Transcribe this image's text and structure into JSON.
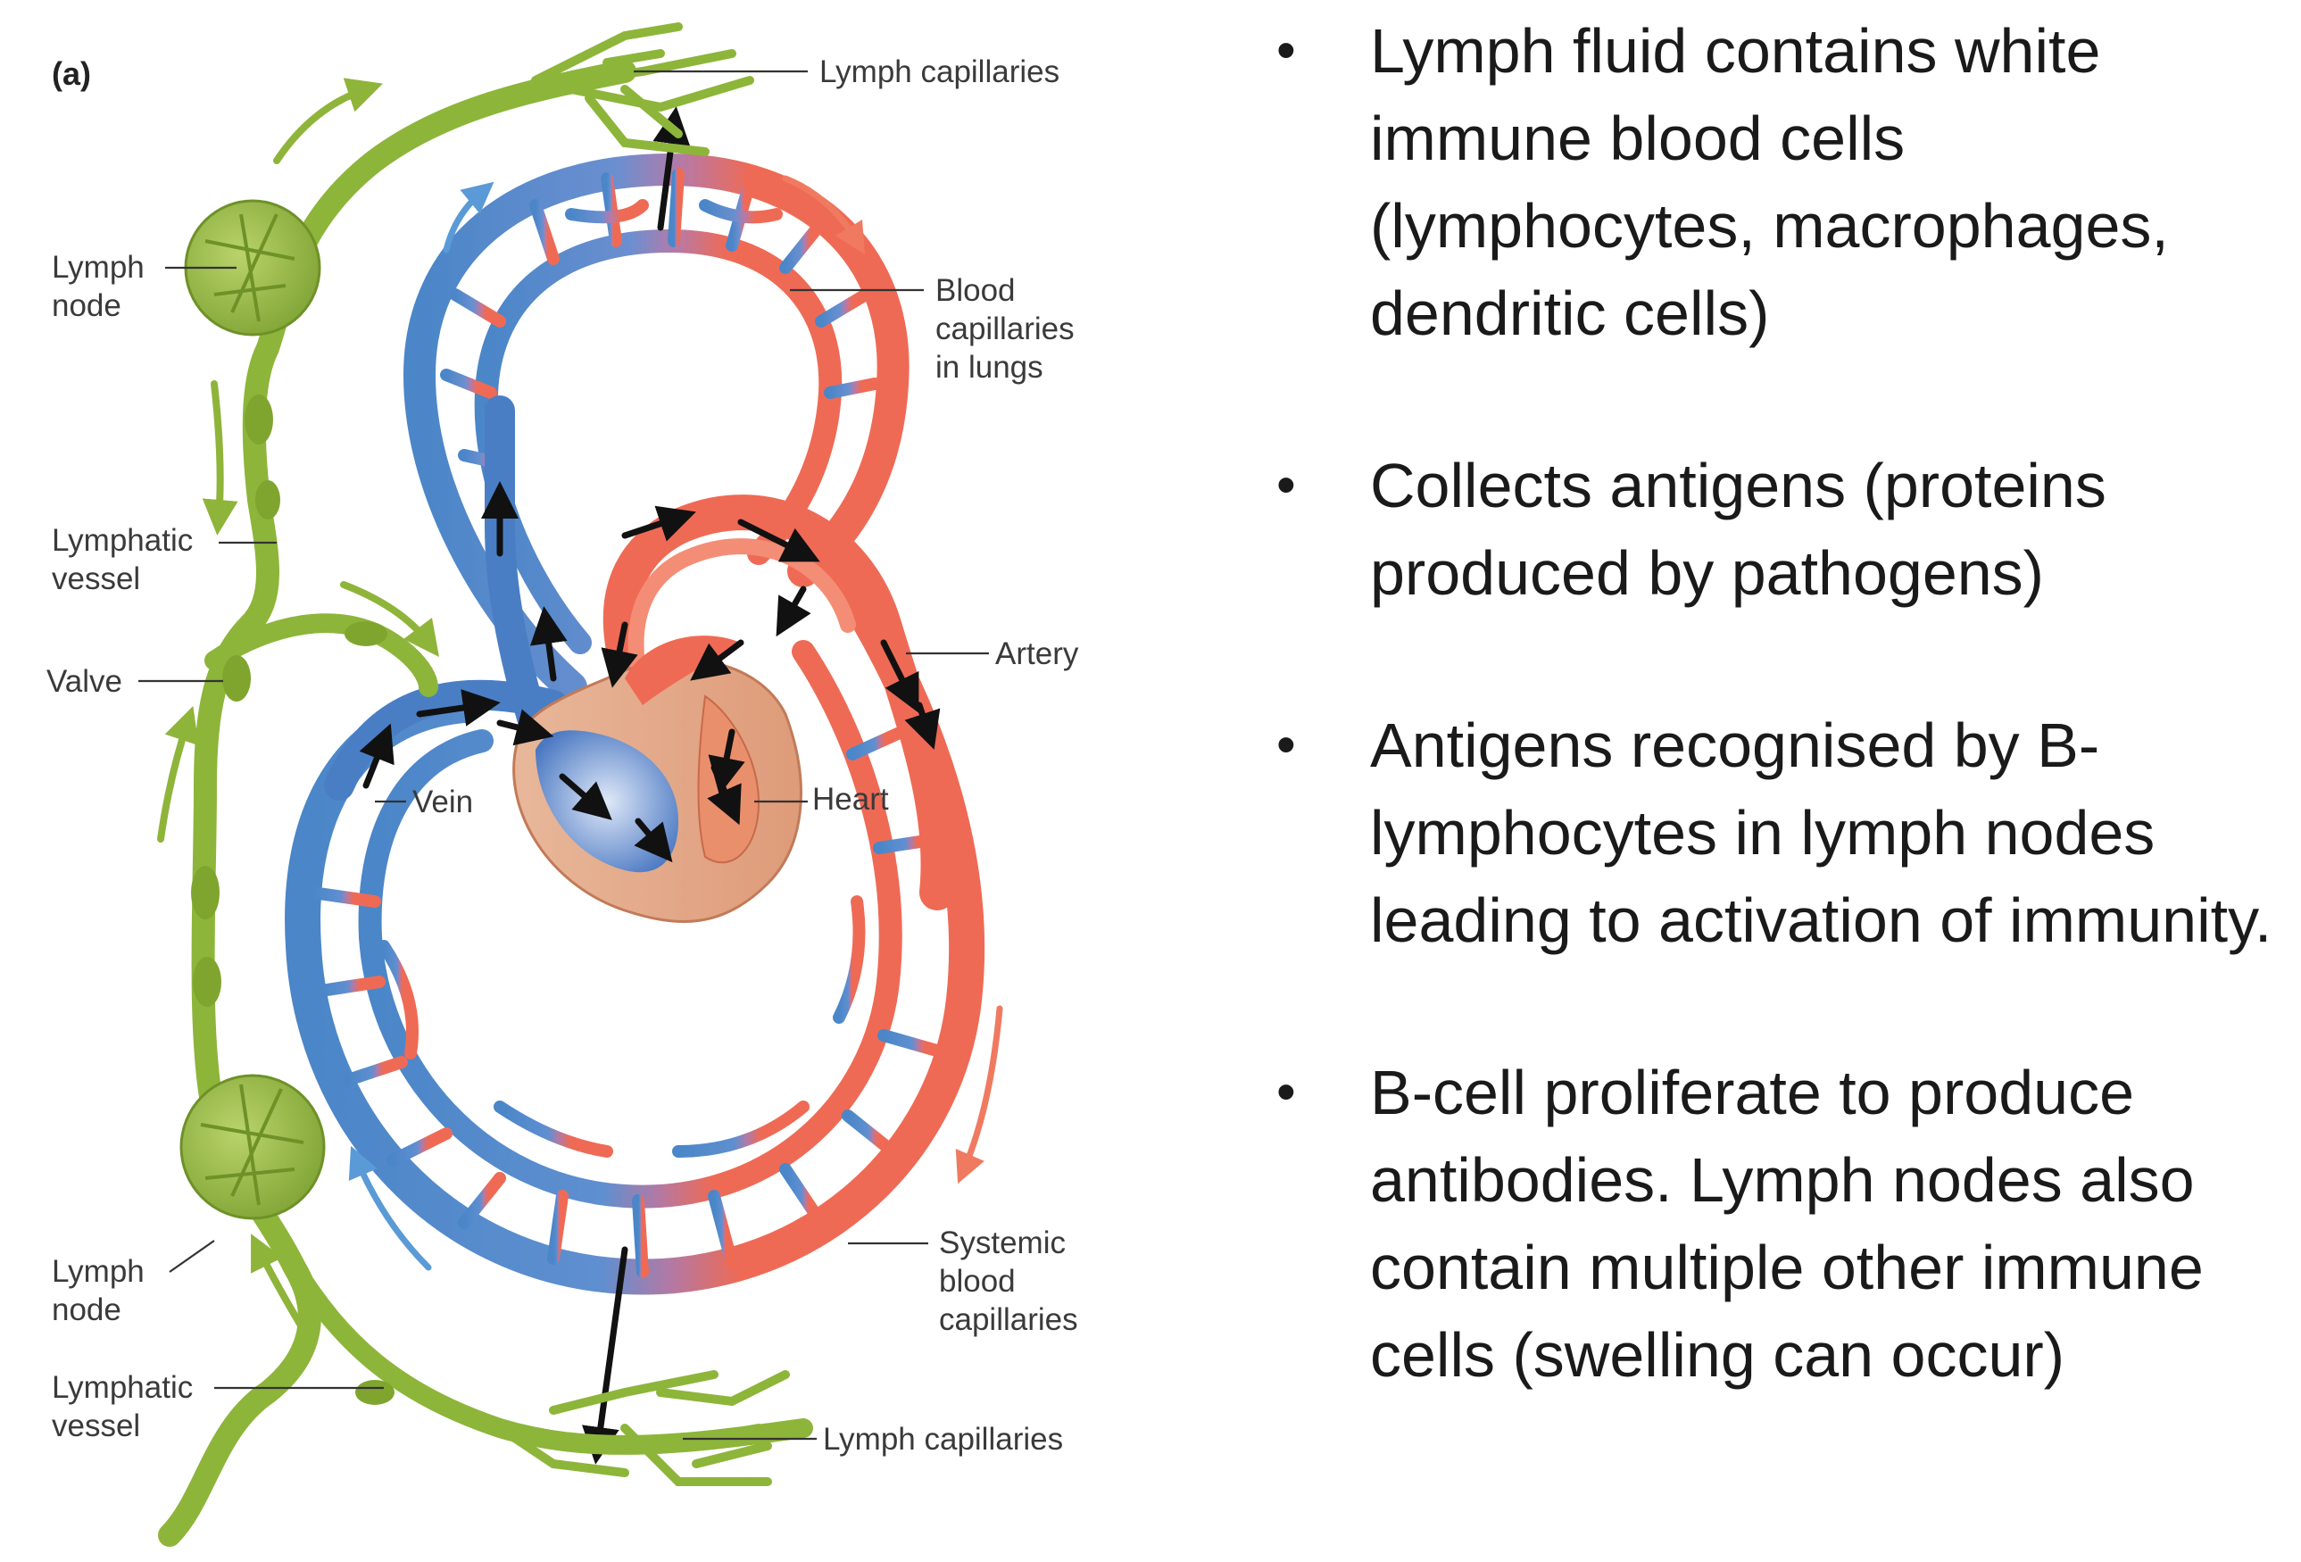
{
  "diagram": {
    "panel_label": "(a)",
    "labels": {
      "lymph_capillaries_top": "Lymph capillaries",
      "lymph_node_top_1": "Lymph",
      "lymph_node_top_2": "node",
      "blood_capillaries_1": "Blood",
      "blood_capillaries_2": "capillaries",
      "blood_capillaries_3": "in lungs",
      "lymphatic_vessel_top_1": "Lymphatic",
      "lymphatic_vessel_top_2": "vessel",
      "artery": "Artery",
      "valve": "Valve",
      "vein": "Vein",
      "heart": "Heart",
      "systemic_1": "Systemic",
      "systemic_2": "blood",
      "systemic_3": "capillaries",
      "lymph_node_bottom_1": "Lymph",
      "lymph_node_bottom_2": "node",
      "lymphatic_vessel_bottom_1": "Lymphatic",
      "lymphatic_vessel_bottom_2": "vessel",
      "lymph_capillaries_bottom": "Lymph capillaries"
    },
    "colors": {
      "lymph_green": "#8db53a",
      "vein_blue": "#4a86c8",
      "artery_red": "#ef6a55",
      "mix_purple": "#a77aa6",
      "heart_tan": "#e2a585"
    }
  },
  "bullets": [
    "Lymph fluid contains white immune blood cells (lymphocytes, macrophages, dendritic cells)",
    "Collects antigens (proteins produced by pathogens)",
    "Antigens recognised by B-lymphocytes in lymph nodes leading to activation of immunity.",
    "B-cell proliferate to produce antibodies. Lymph nodes also contain multiple other immune cells (swelling can occur)"
  ],
  "bullet_symbol": "•"
}
